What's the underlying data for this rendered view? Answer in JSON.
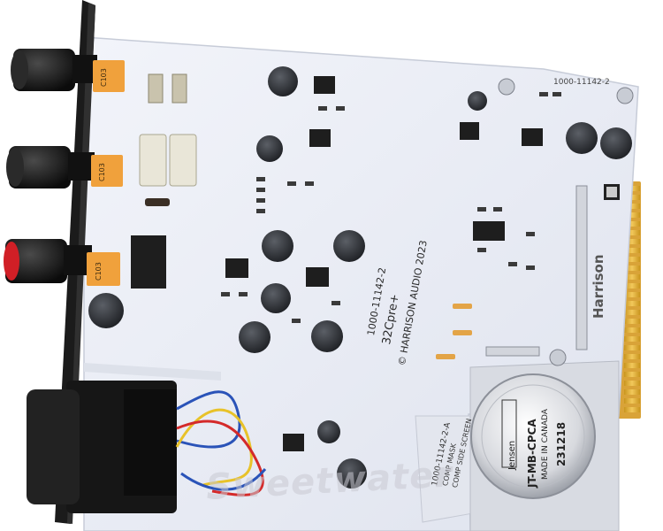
{
  "board": {
    "model": "32Cpre+",
    "part_number": "1000-11142-2",
    "maker_line": "© HARRISON AUDIO 2023",
    "part_number_right": "1000-11142-2",
    "brand": "Harrison",
    "mask_line1": "1000-11142-2-A",
    "mask_line2": "COMP MASK",
    "mask_line3": "COMP SIDE SCREEN"
  },
  "transformer": {
    "brand": "Jensen",
    "model": "JT-MB-CPCA",
    "origin": "MADE IN CANADA",
    "date_code": "231218"
  },
  "pot_caps": [
    "C103",
    "C103",
    "C103"
  ],
  "watermark": "Sweetwater",
  "colors": {
    "pcb": "#e9ecf4",
    "faceplate": "#1b1b1b",
    "gold": "#e0b03c",
    "knob_red": "#d11f26",
    "chip": "#1e1e1e",
    "orange_cap": "#f0a13c"
  }
}
